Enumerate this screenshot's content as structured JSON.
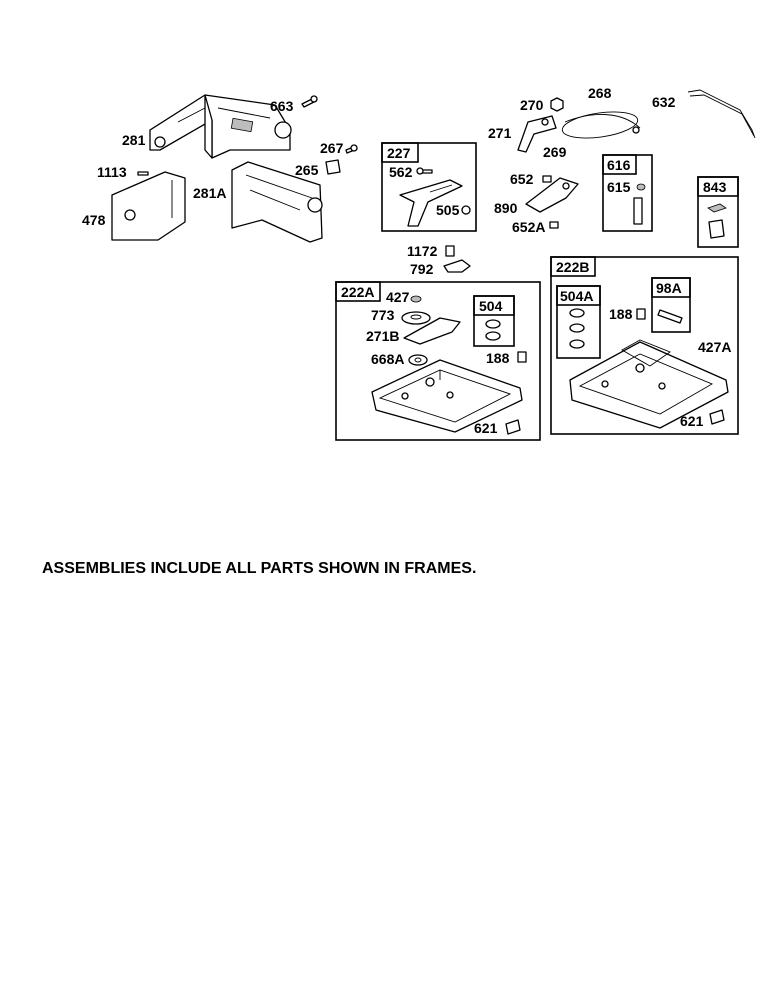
{
  "note": "ASSEMBLIES INCLUDE ALL PARTS SHOWN IN FRAMES.",
  "labels": {
    "p663": "663",
    "p281": "281",
    "p267": "267",
    "p265": "265",
    "p1113": "1113",
    "p281A": "281A",
    "p478": "478",
    "p227": "227",
    "p562": "562",
    "p505": "505",
    "p270": "270",
    "p268": "268",
    "p632": "632",
    "p271": "271",
    "p269": "269",
    "p616": "616",
    "p615": "615",
    "p652": "652",
    "p890": "890",
    "p652A": "652A",
    "p843": "843",
    "p1172": "1172",
    "p792": "792",
    "p222A": "222A",
    "p427": "427",
    "p773": "773",
    "p271B": "271B",
    "p668A": "668A",
    "p504": "504",
    "p188a": "188",
    "p621a": "621",
    "p222B": "222B",
    "p504A": "504A",
    "p98A": "98A",
    "p188b": "188",
    "p427A": "427A",
    "p621b": "621"
  }
}
